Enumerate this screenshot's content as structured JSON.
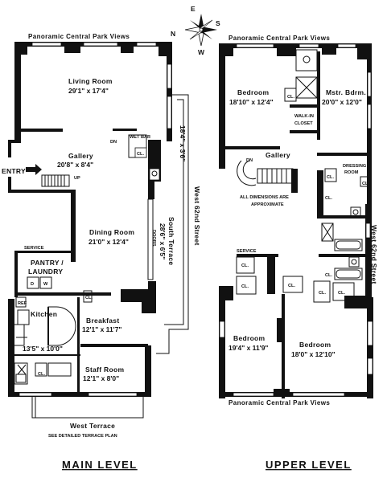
{
  "compass": {
    "n": "N",
    "e": "E",
    "s": "S",
    "w": "W"
  },
  "views": {
    "main_top": "Panoramic Central Park Views",
    "upper_top": "Panoramic Central Park Views",
    "upper_bottom": "Panoramic Central Park Views"
  },
  "main_level": {
    "title": "MAIN LEVEL",
    "living_room": {
      "name": "Living Room",
      "dims": "29'1\" x 17'4\""
    },
    "gallery": {
      "name": "Gallery",
      "dims": "20'8\" x 8'4\""
    },
    "entry": "ENTRY",
    "dn": "DN",
    "up": "UP",
    "wet_bar": "WET BAR",
    "cl": "CL.",
    "dining_room": {
      "name": "Dining Room",
      "dims": "21'0\" x 12'4\""
    },
    "doors": "DOORS",
    "service": "SERVICE",
    "pantry": {
      "line1": "PANTRY /",
      "line2": "LAUNDRY"
    },
    "d": "D",
    "w": "W",
    "ref": "REF",
    "kitchen": {
      "name": "Kitchen",
      "dims": "13'5\" x 10'0\""
    },
    "breakfast": {
      "name": "Breakfast",
      "dims": "12'1\" x 11'7\""
    },
    "staff_room": {
      "name": "Staff Room",
      "dims": "12'1\" x 8'0\""
    },
    "west_terrace": {
      "name": "West Terrace",
      "note": "SEE DETAILED TERRACE PLAN"
    },
    "terrace_dim1": "18'4\" x 3'6\"",
    "south_terrace": {
      "name": "South Terrace",
      "dims": "28'6\" x 6'5\""
    },
    "street": "West 62nd Street"
  },
  "upper_level": {
    "title": "UPPER LEVEL",
    "bedroom1": {
      "name": "Bedroom",
      "dims": "18'10\" x 12'4\""
    },
    "master": {
      "name": "Mstr. Bdrm.",
      "dims": "20'0\" x 12'0\""
    },
    "walk_in": {
      "line1": "WALK-IN",
      "line2": "CLOSET"
    },
    "gallery": "Gallery",
    "dn": "DN",
    "dressing": {
      "line1": "DRESSING",
      "line2": "ROOM"
    },
    "dims_note": {
      "line1": "ALL DIMENSIONS ARE",
      "line2": "APPROXIMATE"
    },
    "cl": "CL.",
    "service": "SERVICE",
    "bedroom2": {
      "name": "Bedroom",
      "dims": "19'4\" x 11'9\""
    },
    "bedroom3": {
      "name": "Bedroom",
      "dims": "18'0\" x 12'10\""
    },
    "street": "West 62nd Street"
  }
}
